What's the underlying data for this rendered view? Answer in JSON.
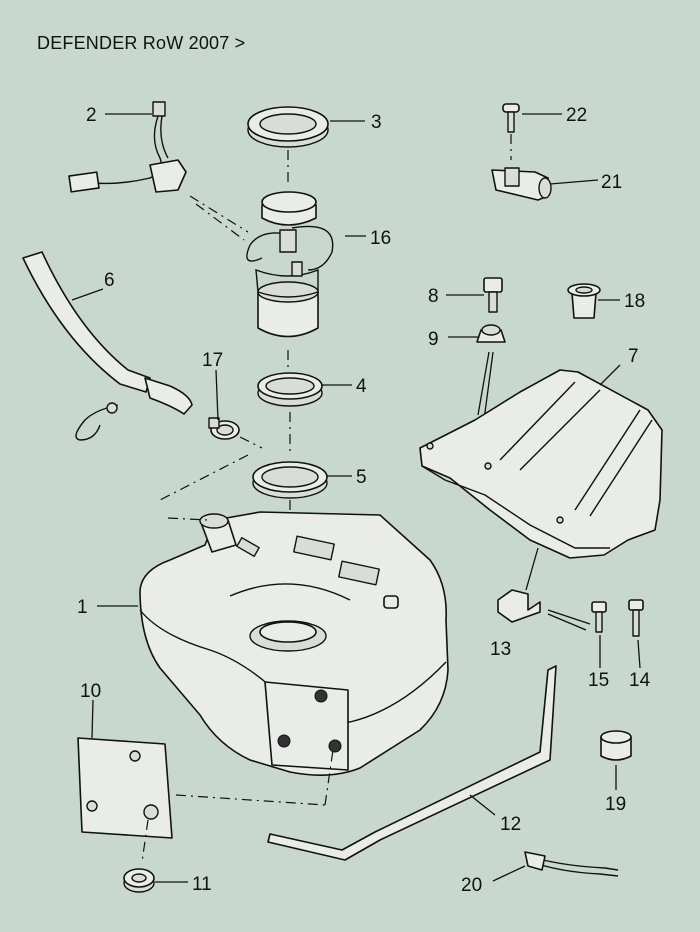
{
  "title": "DEFENDER RoW 2007 >",
  "callouts": [
    {
      "id": "c1",
      "label": "1"
    },
    {
      "id": "c2",
      "label": "2"
    },
    {
      "id": "c3",
      "label": "3"
    },
    {
      "id": "c4",
      "label": "4"
    },
    {
      "id": "c5",
      "label": "5"
    },
    {
      "id": "c6",
      "label": "6"
    },
    {
      "id": "c7",
      "label": "7"
    },
    {
      "id": "c8",
      "label": "8"
    },
    {
      "id": "c9",
      "label": "9"
    },
    {
      "id": "c10",
      "label": "10"
    },
    {
      "id": "c11",
      "label": "11"
    },
    {
      "id": "c12",
      "label": "12"
    },
    {
      "id": "c13",
      "label": "13"
    },
    {
      "id": "c14",
      "label": "14"
    },
    {
      "id": "c15",
      "label": "15"
    },
    {
      "id": "c16",
      "label": "16"
    },
    {
      "id": "c17",
      "label": "17"
    },
    {
      "id": "c18",
      "label": "18"
    },
    {
      "id": "c19",
      "label": "19"
    },
    {
      "id": "c20",
      "label": "20"
    },
    {
      "id": "c21",
      "label": "21"
    },
    {
      "id": "c22",
      "label": "22"
    }
  ]
}
